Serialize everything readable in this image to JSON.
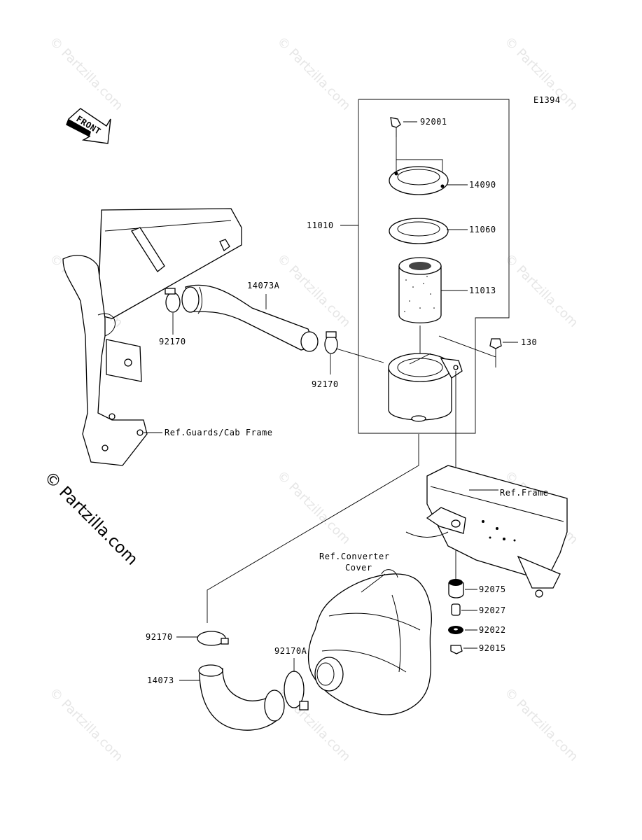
{
  "diagram_code": "E1394",
  "front_arrow_label": "FRONT",
  "watermark_text": "© Partzilla.com",
  "big_watermark_text": "© Partzilla.com",
  "parts": {
    "p92001": "92001",
    "p14090": "14090",
    "p11010": "11010",
    "p11060": "11060",
    "p11013": "11013",
    "p130": "130",
    "p14073A": "14073A",
    "p92170_left": "92170",
    "p92170_mid": "92170",
    "p92170_low": "92170",
    "p92170A": "92170A",
    "p14073": "14073",
    "p92075": "92075",
    "p92027": "92027",
    "p92022": "92022",
    "p92015": "92015"
  },
  "references": {
    "guards_frame": "Ref.Guards/Cab Frame",
    "frame": "Ref.Frame",
    "converter_line1": "Ref.Converter",
    "converter_line2": "Cover"
  }
}
